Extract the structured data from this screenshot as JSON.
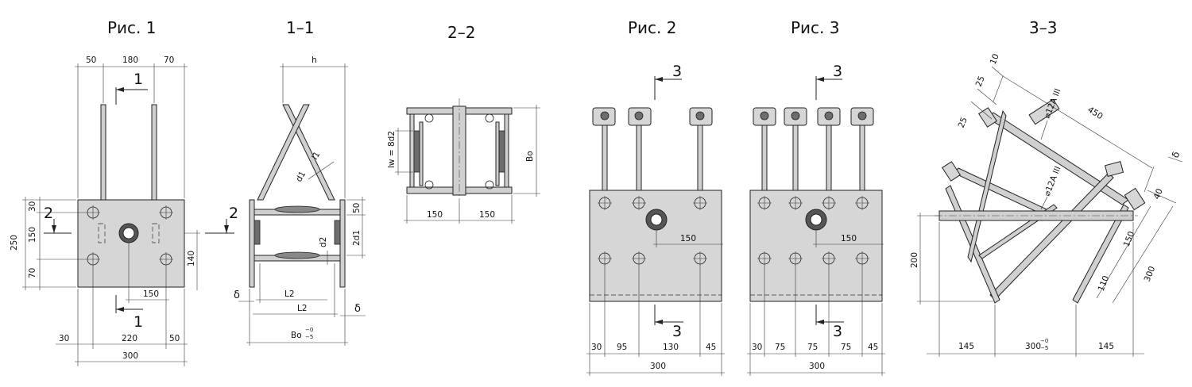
{
  "titles": {
    "fig1": "Рис. 1",
    "sec11": "1–1",
    "sec22": "2–2",
    "fig2": "Рис. 2",
    "fig3": "Рис. 3",
    "sec33": "3–3"
  },
  "fig1": {
    "dim_top": [
      "50",
      "180",
      "70"
    ],
    "dim_left_total": "250",
    "dim_left": [
      "30",
      "150",
      "70"
    ],
    "dim_140": "140",
    "dim_150": "150",
    "dim_bottom": [
      "30",
      "220",
      "50"
    ],
    "dim_total": "300",
    "cut1": "1",
    "cut2": "2"
  },
  "sec11": {
    "h": "h",
    "l1": "l1",
    "d1": "d1",
    "d2": "d2",
    "top50": "50",
    "d2x": "2d1",
    "L2a": "L2",
    "L2b": "L2",
    "Bo": "Bo",
    "delta": "δ"
  },
  "sec22": {
    "lw": "lw = 8d2",
    "Bo": "Bo",
    "dims": [
      "150",
      "150"
    ]
  },
  "fig2": {
    "cut": "3",
    "dim150": "150",
    "dims": [
      "30",
      "95",
      "130",
      "45"
    ],
    "total": "300"
  },
  "fig3": {
    "cut": "3",
    "dim150": "150",
    "dims": [
      "30",
      "75",
      "75",
      "75",
      "45"
    ],
    "total": "300"
  },
  "sec33": {
    "d10": "10",
    "d25a": "25",
    "d25b": "25",
    "d450": "450",
    "rebar1": "⌀12A III",
    "rebar2": "⌀12A III",
    "delta": "δ",
    "d40": "40",
    "d150": "150",
    "d300": "300",
    "d110": "110",
    "d200": "200",
    "bottom": [
      "145",
      "300",
      "145"
    ]
  }
}
